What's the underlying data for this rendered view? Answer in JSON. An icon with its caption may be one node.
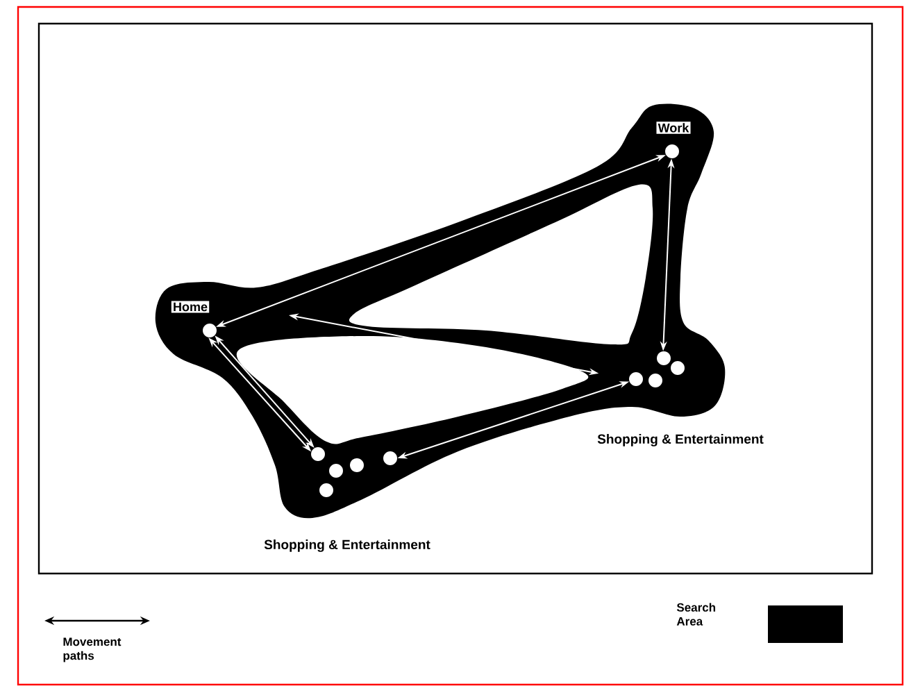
{
  "diagram": {
    "nodes": [
      {
        "text": [
          "Work"
        ]
      },
      {
        "text": [],
        "shape": "circle"
      },
      {
        "text": [
          "Home"
        ]
      },
      {
        "text": [],
        "shape": "circle"
      },
      {
        "text": [],
        "shape": "circle"
      },
      {
        "text": [],
        "shape": "circle"
      },
      {
        "text": [],
        "shape": "circle"
      },
      {
        "text": [],
        "shape": "circle"
      },
      {
        "text": [],
        "shape": "circle"
      },
      {
        "text": [],
        "shape": "circle"
      },
      {
        "text": [],
        "shape": "circle"
      },
      {
        "text": [],
        "shape": "circle"
      },
      {
        "text": [],
        "shape": "circle"
      }
    ],
    "edges": [
      {
        "from": 3,
        "to": 1,
        "arrow": "both"
      },
      {
        "from": null,
        "to": 6,
        "arrow": "both"
      },
      {
        "from": 1,
        "to": 4,
        "arrow": "both"
      },
      {
        "from": 3,
        "to": 8,
        "arrow": "both"
      },
      {
        "from": 3,
        "to": 8,
        "arrow": "both"
      },
      {
        "from": 9,
        "to": 6,
        "arrow": "both"
      }
    ],
    "labels": [
      "Shopping & Entertainment",
      "Shopping & Entertainment"
    ],
    "legend": [
      {
        "text": "Movement paths"
      },
      {
        "text": "Search Area",
        "color": "#000000"
      }
    ]
  }
}
